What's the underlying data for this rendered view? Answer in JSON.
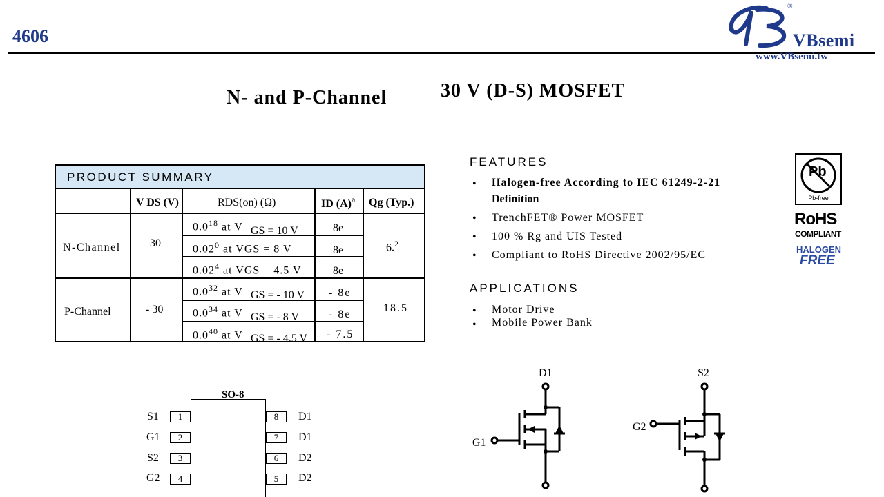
{
  "header": {
    "part_number": "4606",
    "brand_name": "VBsemi",
    "brand_url": "www.VBsemi.tw",
    "logo_registered": "®"
  },
  "title": {
    "part1": "N- and P-Channel",
    "part2": "30 V (D-S) MOSFET"
  },
  "summary": {
    "title": "PRODUCT SUMMARY",
    "columns": [
      "V DS (V)",
      "RDS(on) (Ω)",
      "ID (A)",
      "a",
      "Qg (Typ.)"
    ],
    "n_channel": {
      "label": "N-Channel",
      "vds": "30",
      "rows": [
        {
          "r1": "0.0",
          "r1sup": "18",
          "r2": " at V",
          "r3": "GS  = 10 V",
          "id": "8e"
        },
        {
          "r1": "0.02",
          "r1sup": "0",
          "r2": " at VGS = 8 V",
          "id": "8e"
        },
        {
          "r1": "0.02",
          "r1sup": "4",
          "r2": " at VGS = 4.5 V",
          "id": "8e"
        }
      ],
      "qg_main": "6.",
      "qg_sup": "2"
    },
    "p_channel": {
      "label": "P-Channel",
      "vds": "- 30",
      "rows": [
        {
          "r1": "0.0",
          "r1sup": "32",
          "r2": " at V",
          "r3": "GS  = - 10 V",
          "id": "- 8e"
        },
        {
          "r1": "0.0",
          "r1sup": "34",
          "r2": " at V",
          "r3": "GS  = - 8 V",
          "id": "- 8e"
        },
        {
          "r1": "0.0",
          "r1sup": "40",
          "r2": " at V",
          "r3": "GS  = - 4.5 V",
          "id": "- 7.5"
        }
      ],
      "qg": "18.5"
    }
  },
  "features": {
    "title": "FEATURES",
    "items": [
      {
        "line1": "Halogen-free According to IEC 61249-2-21",
        "line2": "Definition",
        "bold": true
      },
      {
        "line1": "TrenchFET® Power MOSFET"
      },
      {
        "line1": "100 % Rg and UIS Tested"
      },
      {
        "line1": "Compliant to RoHS Directive 2002/95/EC"
      }
    ],
    "bullet": "•"
  },
  "badges": {
    "pb_symbol": "Pb",
    "pb_free": "Pb-free",
    "rohs": "RoHS",
    "compliant": "COMPLIANT",
    "halogen": "HALOGEN",
    "free": "FREE"
  },
  "applications": {
    "title": "APPLICATIONS",
    "items": [
      "Motor Drive",
      "Mobile Power Bank"
    ]
  },
  "package": {
    "name": "SO-8",
    "left_pins": [
      {
        "label": "S1",
        "num": "1"
      },
      {
        "label": "G1",
        "num": "2"
      },
      {
        "label": "S2",
        "num": "3"
      },
      {
        "label": "G2",
        "num": "4"
      }
    ],
    "right_pins": [
      {
        "label": "D1",
        "num": "8"
      },
      {
        "label": "D1",
        "num": "7"
      },
      {
        "label": "D2",
        "num": "6"
      },
      {
        "label": "D2",
        "num": "5"
      }
    ]
  },
  "schematic": {
    "n": {
      "drain": "D1",
      "gate": "G1"
    },
    "p": {
      "source": "S2",
      "gate": "G2"
    }
  }
}
